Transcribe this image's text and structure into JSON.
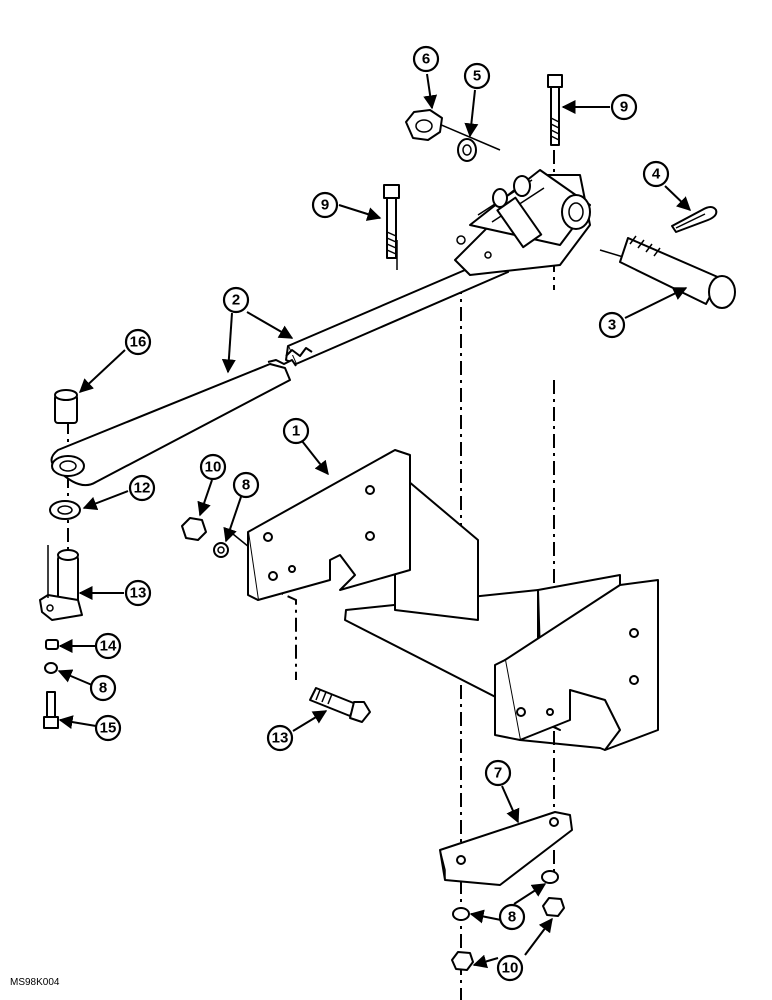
{
  "figure_code": "MS98K004",
  "callouts": {
    "c1": "1",
    "c2": "2",
    "c3": "3",
    "c4": "4",
    "c5": "5",
    "c6": "6",
    "c7": "7",
    "c8a": "8",
    "c8b": "8",
    "c8c": "8",
    "c9a": "9",
    "c9b": "9",
    "c10a": "10",
    "c10b": "10",
    "c12": "12",
    "c13a": "13",
    "c13b": "13",
    "c14": "14",
    "c15": "15",
    "c16": "16"
  }
}
